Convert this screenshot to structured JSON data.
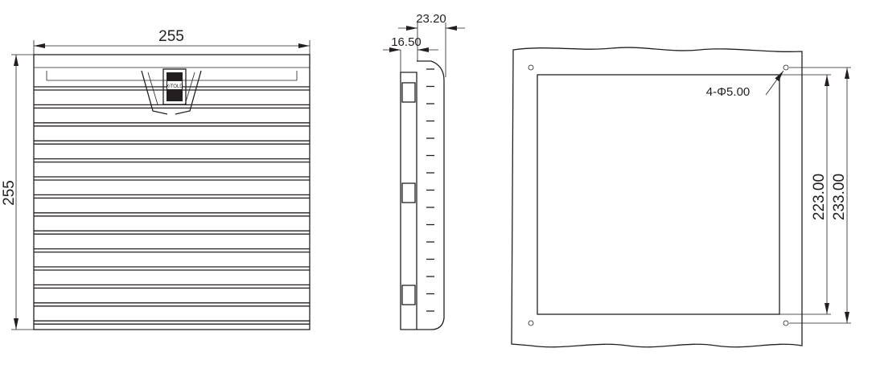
{
  "front_view": {
    "width_label": "255",
    "height_label": "255",
    "logo_text": "XiTOLD"
  },
  "side_view": {
    "depth_total_label": "23.20",
    "depth_base_label": "16.50"
  },
  "cutout_view": {
    "inner_label": "223.00",
    "hole_spacing_label": "233.00",
    "hole_label": "4-Φ5.00"
  }
}
